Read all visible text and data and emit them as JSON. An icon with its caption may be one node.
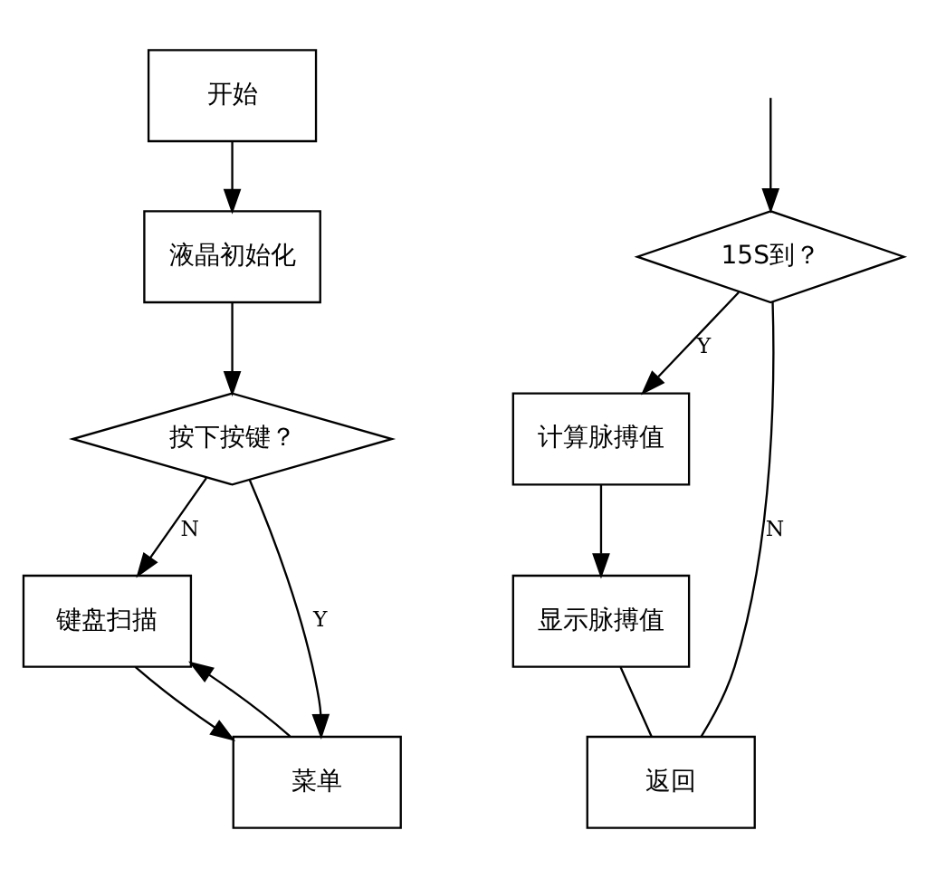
{
  "diagram": {
    "nodes": [
      {
        "text": [
          "开始"
        ]
      },
      {
        "text": [
          "液晶初始化"
        ]
      },
      {
        "text": [
          "按下按键？"
        ]
      },
      {
        "text": [
          "键盘扫描"
        ]
      },
      {
        "text": [
          "菜单"
        ]
      },
      {
        "text": [
          "15S到？"
        ]
      },
      {
        "text": [
          "计算脉搏值"
        ]
      },
      {
        "text": [
          "显示脉搏值"
        ]
      },
      {
        "text": [
          "返回"
        ]
      }
    ],
    "edges": [
      {
        "from": 0,
        "to": 1,
        "arrow": "to"
      },
      {
        "from": 1,
        "to": 2,
        "arrow": "to"
      },
      {
        "from": 2,
        "to": 3,
        "arrow": "to",
        "label": "N"
      },
      {
        "from": 2,
        "to": 4,
        "arrow": "to",
        "label": "Y"
      },
      {
        "from": 3,
        "to": 4,
        "arrow": "to"
      },
      {
        "from": 4,
        "to": 3,
        "arrow": "to"
      },
      {
        "from": null,
        "to": 5,
        "arrow": "to"
      },
      {
        "from": 5,
        "to": 6,
        "arrow": "to",
        "label": "Y"
      },
      {
        "from": 5,
        "to": 8,
        "arrow": "none",
        "label": "N"
      },
      {
        "from": 6,
        "to": 7,
        "arrow": "to"
      },
      {
        "from": 7,
        "to": 8,
        "arrow": "none"
      }
    ]
  }
}
